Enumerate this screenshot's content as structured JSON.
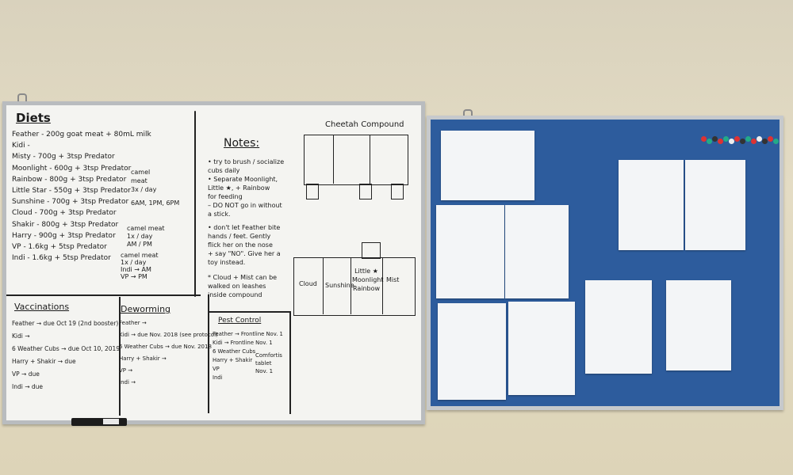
{
  "whiteboard": {
    "diets": {
      "heading": "Diets",
      "lines": [
        "Feather - 200g goat meat + 80mL milk",
        "Kidi -",
        "Misty - 700g + 3tsp Predator",
        "Moonlight - 600g + 3tsp Predator",
        "Rainbow - 800g + 3tsp Predator",
        "Little Star - 550g + 3tsp Predator",
        "Sunshine - 700g + 3tsp Predator",
        "Cloud - 700g + 3tsp Predator",
        "Shakir - 800g + 3tsp Predator",
        "Harry - 900g + 3tsp Predator",
        "VP - 1.6kg + 5tsp Predator",
        "Indi - 1.6kg + 5tsp Predator"
      ],
      "note_camel_1": [
        "camel",
        "meat",
        "3x / day",
        "6AM, 1PM, 6PM"
      ],
      "note_camel_2": [
        "camel meat",
        "1x / day",
        "AM / PM"
      ],
      "note_camel_3": [
        "camel meat",
        "1x / day",
        "Indi → AM",
        "VP → PM"
      ]
    },
    "notes": {
      "heading": "Notes:",
      "lines": [
        "• try to brush / socialize",
        "  cubs daily",
        "• Separate Moonlight,",
        "  Little ★, + Rainbow",
        "  for feeding",
        "  – DO NOT go in without",
        "    a stick.",
        "• don't let Feather bite",
        "  hands / feet. Gently",
        "  flick her on the nose",
        "  + say \"NO\". Give her a",
        "  toy instead.",
        "* Cloud + Mist can be",
        "  walked on leashes",
        "  inside compound"
      ]
    },
    "compound": {
      "heading": "Cheetah Compound",
      "cells": [
        "Cloud",
        "Sunshine",
        "Little ★ Moonlight Rainbow",
        "Mist"
      ]
    },
    "vaccinations": {
      "heading": "Vaccinations",
      "lines": [
        "Feather → due Oct 19 (2nd booster)",
        "Kidi →",
        "6 Weather Cubs → due Oct 10, 2019",
        "Harry + Shakir → due",
        "VP → due",
        "Indi → due"
      ]
    },
    "deworming": {
      "heading": "Deworming",
      "lines": [
        "Feather →",
        "Kidi → due Nov. 2018 (see protocol)",
        "6 Weather Cubs → due Nov. 2018",
        "Harry + Shakir →",
        "VP →",
        "Indi →"
      ]
    },
    "pest_control": {
      "heading": "Pest Control",
      "lines": [
        "Feather → Frontline Nov. 1",
        "Kidi → Frontline Nov. 1",
        "6 Weather Cubs",
        "Harry + Shakir",
        "VP",
        "Indi"
      ],
      "side_note": [
        "Comfortis",
        "tablet",
        "Nov. 1"
      ]
    }
  },
  "colors": {
    "wall": "#e0d8c0",
    "whiteboard": "#f4f4f1",
    "frame": "#b9bcbf",
    "cork": "#2d5c9d",
    "marker": "#1b1b1b"
  }
}
